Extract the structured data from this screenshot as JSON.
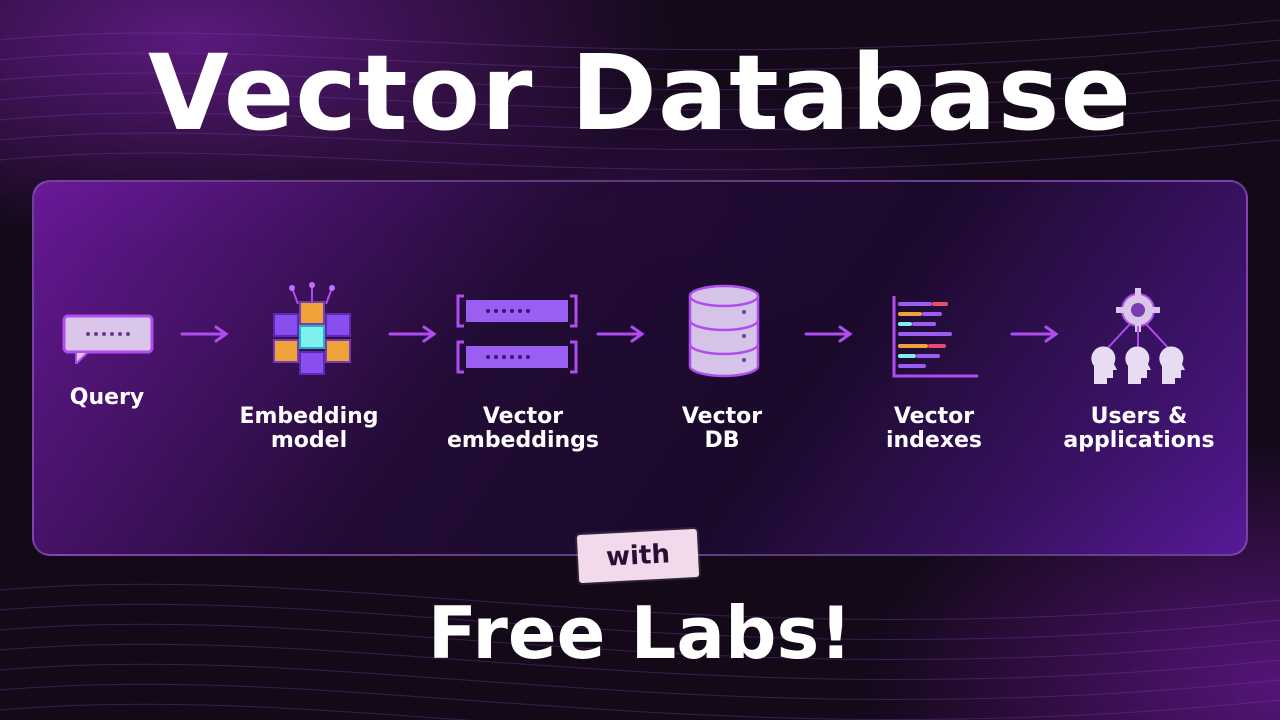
{
  "title": "Vector Database",
  "flow": {
    "steps": [
      {
        "lines": [
          "Query"
        ],
        "icon": "chat-bubble-icon"
      },
      {
        "lines": [
          "Embedding",
          "model"
        ],
        "icon": "cube-cluster-icon"
      },
      {
        "lines": [
          "Vector",
          "embeddings"
        ],
        "icon": "vector-bars-icon"
      },
      {
        "lines": [
          "Vector",
          "DB"
        ],
        "icon": "database-icon"
      },
      {
        "lines": [
          "Vector",
          "indexes"
        ],
        "icon": "index-chart-icon"
      },
      {
        "lines": [
          "Users &",
          "applications"
        ],
        "icon": "users-network-icon"
      }
    ]
  },
  "tag": "with",
  "subtitle": "Free Labs!",
  "colors": {
    "accent": "#b04df0",
    "cube_orange": "#f0a23a",
    "cube_cyan": "#7ff0f0",
    "tag_bg": "#f3d9ec"
  }
}
